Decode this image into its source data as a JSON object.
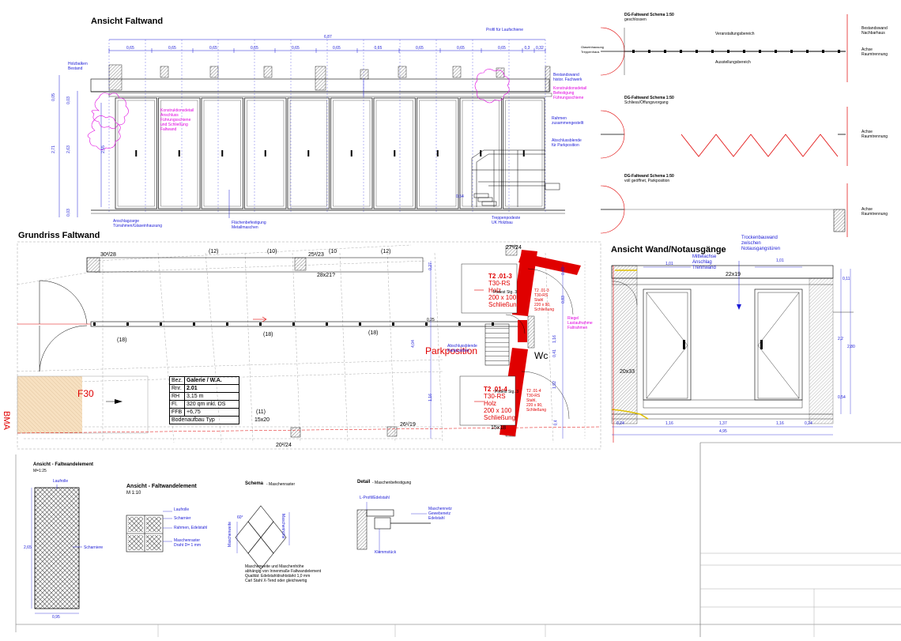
{
  "titles": {
    "ansicht_faltwand": "Ansicht Faltwand",
    "grundriss_faltwand": "Grundriss Faltwand",
    "ansicht_wand_notausgaenge": "Ansicht Wand/Notausgänge",
    "element_125": "Ansicht - Faltwandelement",
    "element_125_scale": "M=1:25",
    "element_110": "Ansicht - Faltwandelement",
    "element_110_scale": "M 1:10",
    "schema_maschen": "Schema",
    "schema_maschen_sub": "- Maschenraster",
    "detail_maschen": "Detail",
    "detail_maschen_sub": "- Maschenbefestigung"
  },
  "elevation": {
    "total_width": "6,87",
    "segment_dims": [
      "0,65",
      "0,65",
      "0,65",
      "0,65",
      "0,65",
      "0,65",
      "0,65",
      "0,65",
      "0,65",
      "0,65",
      "0,3",
      "0,32"
    ],
    "left_dims": [
      "0,05",
      "0,03",
      "2,71",
      "2,63",
      "2,55",
      "0,03"
    ],
    "notes_blue": {
      "holzbalken": "Holzbalken\nBestand",
      "profil": "Profil für Laufschiene",
      "bestandswand": "Bestandswand\nhistor. Fachwerk",
      "rahmen": "Rahmen\nzusammengestellt",
      "abschluss": "Abschlussblende\nfür Parkposition",
      "anschlagzarge": "Anschlagzarge\nTürrahmen/Glaseinhausung",
      "flaechen": "Flächenbefestigung\nMetallmaschen",
      "treppen": "Treppenpodeste\nUK Holzbau",
      "dim_054": "0,54"
    },
    "notes_magenta": {
      "konstruktion_links": "Konstruktionsdetail\nAnschluss\nFührungsschiene\nund Schließung\nFaltwand",
      "konstruktion_rechts": "Konstruktionsdetail\nBefestigung\nFührungsschiene"
    }
  },
  "schemas": [
    {
      "title": "DG-Faltwand Schema 1:50",
      "state": "geschlossen",
      "top_label": "Veranstaltungsbereich",
      "bottom_label": "Ausstellungsbereich",
      "left_label": "Glaseinhausung\nTreppenhaus",
      "right_top": "Bestandswand\nNachbarhaus",
      "right_mid": "Achse\nRaumtrennung"
    },
    {
      "title": "DG-Faltwand Schema 1:50",
      "state": "Schliess/Öffungsvorgang",
      "right_mid": "Achse\nRaumtrennung"
    },
    {
      "title": "DG-Faltwand Schema 1:50",
      "state": "voll geöffnet, Parkposition",
      "right_mid": "Achse\nRaumtrennung"
    }
  ],
  "plan": {
    "rooms": [
      "(12)",
      "(10)",
      "(10",
      "(12)",
      "(18)",
      "(18)",
      "(18)",
      "(11)"
    ],
    "dims": [
      "30²/28",
      "25²/23",
      "28x21?",
      "27²/24",
      "26¹/19",
      "20²/24",
      "15x20",
      "15x18",
      "0,25"
    ],
    "parkposition": "Parkposition",
    "wc": "Wc",
    "f30": "F30",
    "bma": "BMA",
    "abschlussblende": "Abschlussblende\nParkposition",
    "door1_code": "T2 .01-3",
    "door1_lines": [
      "T30-RS",
      "Holz",
      "200 x 100",
      "Schließung"
    ],
    "door1_small": "T2 .01-3\nT30-RS\nStahl\n220 x 90,\nSchließung",
    "door1_overlay": "Podest Stg. 3",
    "door2_code": "T2 .01-4",
    "door2_lines": [
      "T30-RS",
      "Holz",
      "200 x 100",
      "Schließung"
    ],
    "door2_small": "T2 .01-4\nT30-RS\nStahl,\n220 x 90,\nSchließung",
    "door2_overlay": "Podest Stg. 3",
    "riegel": "Riegel\nLastaufnahme\nFaltrahmen",
    "side_dims": [
      "0,27",
      "0,43",
      "0,83",
      "1,92",
      "1,16",
      "0,4",
      "4,04",
      "1,16",
      "0,41"
    ],
    "info_table": [
      [
        "Bez.",
        "Galerie / W.A."
      ],
      [
        "Rnr.",
        "2.01"
      ],
      [
        "RH",
        "3,15 m"
      ],
      [
        "Fl.",
        "320 qm inkl. DS"
      ],
      [
        "FFB",
        "+6,75"
      ],
      [
        "",
        "Bodenaufbau Typ"
      ]
    ]
  },
  "wall_elev": {
    "trocken": "Trockenbauwand\nzwischen\nNotausgangstüren",
    "mittelachse": "Mittelachse\nAnschlag\nTrennwand",
    "beam": "22x19",
    "post": "20x33",
    "top_dims": [
      "1,01",
      "1,01"
    ],
    "bottom_dims": [
      "0,24",
      "1,16",
      "1,37",
      "1,16",
      "0,24"
    ],
    "total": "4,95",
    "right_dims": [
      "0,11",
      "2,2",
      "2,80",
      "0,54"
    ]
  },
  "element_small": {
    "laufrolle": "Laufrolle",
    "scharniere": "Scharniere",
    "height": "2,65",
    "width": "0,95"
  },
  "element_detail": {
    "laufrolle": "Laufrolle",
    "scharnier": "Scharnier",
    "rahmen": "Rahmen, Edelstahl",
    "maschen": "Maschenraster\nDraht D= 1 mm"
  },
  "schema_mesh": {
    "maschenweite": "Maschenweite",
    "maschenhoehe": "Maschenhöhe",
    "angle": "60°",
    "note": "Maschenweite und Maschenhöhe\nabhängig von Innenmaße Faltwandelement\nQualität: Edelstahldrahtstärkt 1,0 mm\nCarl Stahl X-Tend oder gleichwertig"
  },
  "detail_fix": {
    "lprofil": "L-Profil/Edelstahl",
    "maschennetz": "Maschennetz\nGewebenetz\nEdelstahl",
    "klemm": "Klemmstück"
  },
  "colors": {
    "blue": "#1a1ad6",
    "magenta": "#e000e0",
    "red": "#e00000",
    "hatch": "#777777",
    "tan": "#f7e0c0"
  }
}
